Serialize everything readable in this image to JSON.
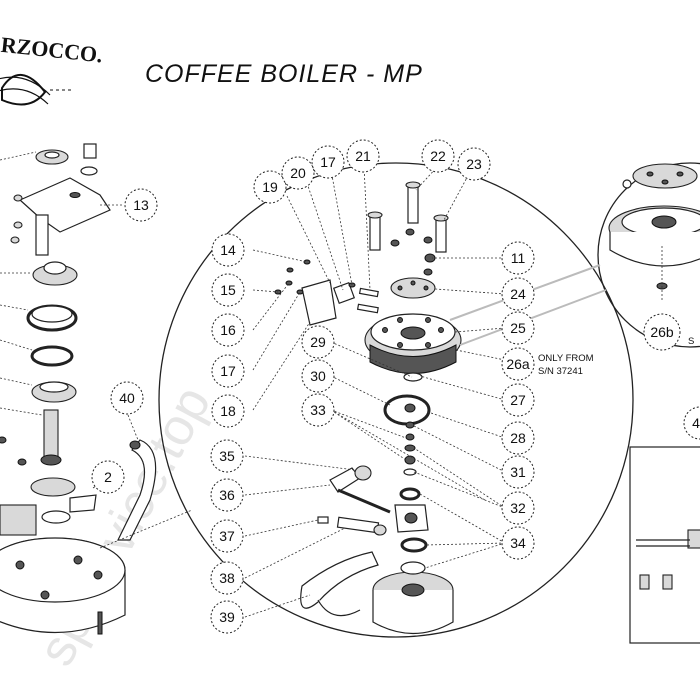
{
  "header": {
    "logo_text": "RZOCCO.",
    "title": "COFFEE BOILER - MP"
  },
  "watermark": "spservice.top",
  "callouts": {
    "c14": "14",
    "c15": "15",
    "c16": "16",
    "c17a": "17",
    "c18": "18",
    "c19": "19",
    "c20": "20",
    "c17b": "17",
    "c21": "21",
    "c22": "22",
    "c23": "23",
    "c11": "11",
    "c24": "24",
    "c25": "25",
    "c26a": "26a",
    "c27": "27",
    "c28": "28",
    "c29": "29",
    "c30": "30",
    "c31": "31",
    "c32": "32",
    "c33": "33",
    "c34": "34",
    "c35": "35",
    "c36": "36",
    "c37": "37",
    "c38": "38",
    "c39": "39",
    "c13": "13",
    "c40": "40",
    "c2": "2",
    "c26b": "26b",
    "c4": "4"
  },
  "notes": {
    "only_from": "ONLY FROM",
    "serial": "S/N 37241",
    "cut_s": "S"
  }
}
